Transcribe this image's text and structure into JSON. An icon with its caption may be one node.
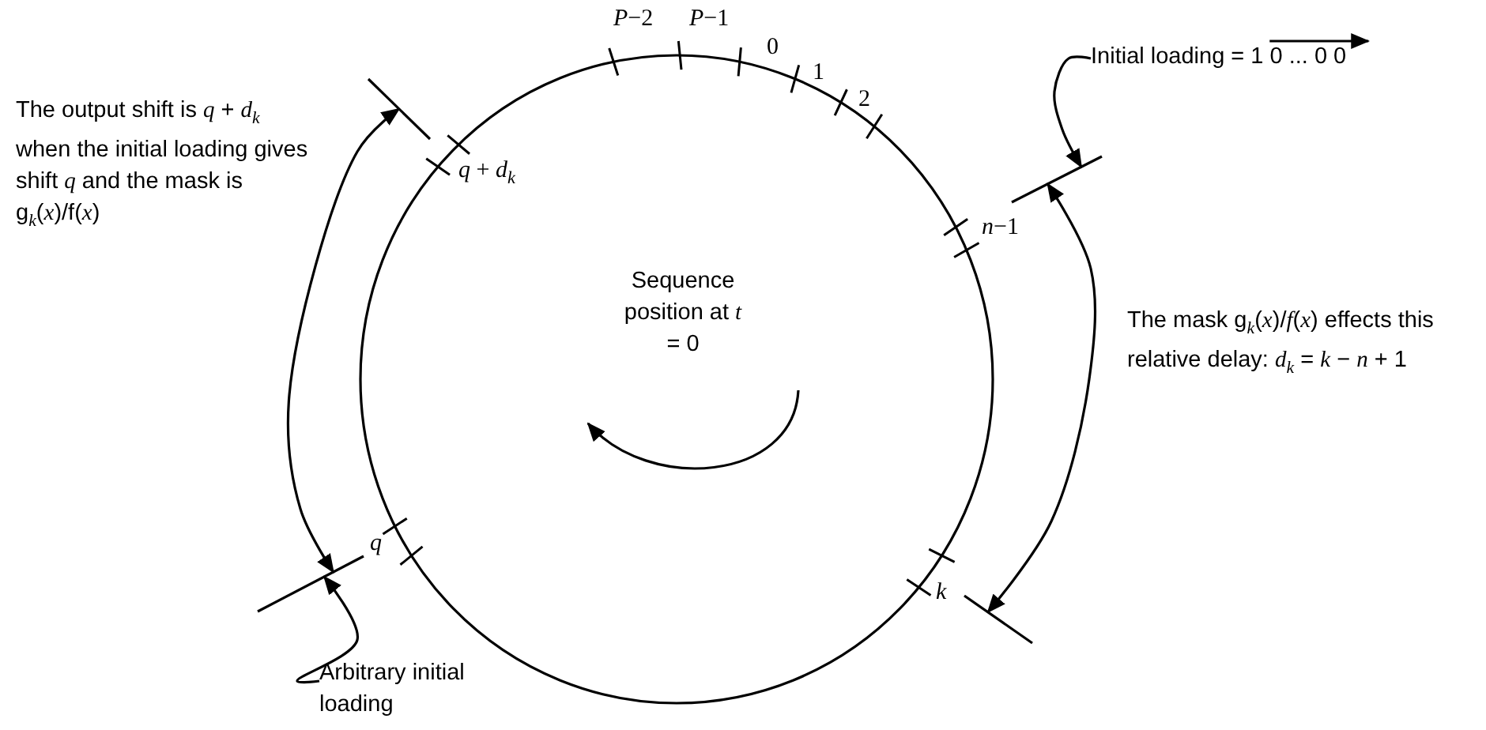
{
  "diagram": {
    "nodes": [
      {
        "text": [
          "Initial loading = 1 0 ... 0 0"
        ]
      },
      {
        "text": [],
        "shape": "bar"
      },
      {
        "text": [],
        "shape": "bar"
      },
      {
        "text": [],
        "shape": "bar"
      },
      {
        "text": [],
        "shape": "bar"
      },
      {
        "text": [
          "Arbitrary initial loading"
        ]
      }
    ],
    "edges": [
      {
        "from": 0,
        "to": 1,
        "arrow": "to"
      },
      {
        "from": 1,
        "to": 4,
        "arrow": "both",
        "label": "The mask g$_{k}$(*x*)/*f*(*x*) effects this relative delay: *d*$_{k}$ = *k* − *n* + 1"
      },
      {
        "from": 2,
        "to": 3,
        "arrow": "both",
        "label": "The output shift is *q* + *d*$_{k}$ when the initial loading gives shift *q* and the mask is g$_{k}$(*x*)/f(*x*)"
      },
      {
        "from": 5,
        "to": 3,
        "arrow": "to"
      }
    ],
    "labels": [
      "*P*−2",
      "*P*−1",
      "0",
      "1",
      "2",
      "*n*−1",
      "*q* + *d*$_{k}$",
      "Sequence position at *t* = 0",
      "*q*",
      "*k*"
    ]
  }
}
